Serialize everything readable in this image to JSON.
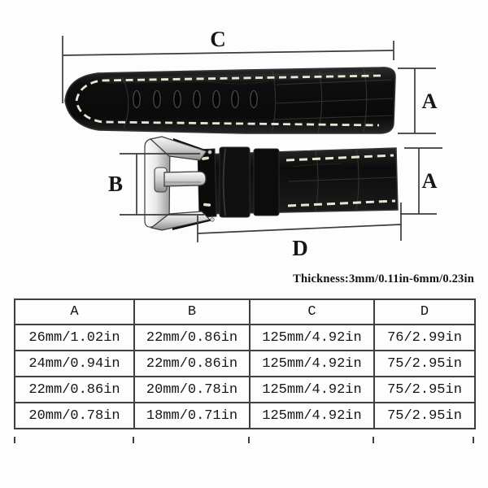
{
  "diagram": {
    "labels": {
      "length_top": "C",
      "width_top": "A",
      "buckle_width": "B",
      "width_bottom": "A",
      "length_bottom": "D"
    },
    "thickness_note": "Thickness:3mm/0.11in-6mm/0.23in",
    "colors": {
      "measure_line": "#3c3c3c",
      "label_text": "#161616",
      "leather_black": "#101010",
      "stitch_cream": "#ece5d3",
      "buckle_silver": "#d9d9d9"
    }
  },
  "size_table": {
    "headers": [
      "A",
      "B",
      "C",
      "D"
    ],
    "rows": [
      [
        "26mm/1.02in",
        "22mm/0.86in",
        "125mm/4.92in",
        "76/2.99in"
      ],
      [
        "24mm/0.94in",
        "22mm/0.86in",
        "125mm/4.92in",
        "75/2.95in"
      ],
      [
        "22mm/0.86in",
        "20mm/0.78in",
        "125mm/4.92in",
        "75/2.95in"
      ],
      [
        "20mm/0.78in",
        "18mm/0.71in",
        "125mm/4.92in",
        "75/2.95in"
      ]
    ]
  }
}
